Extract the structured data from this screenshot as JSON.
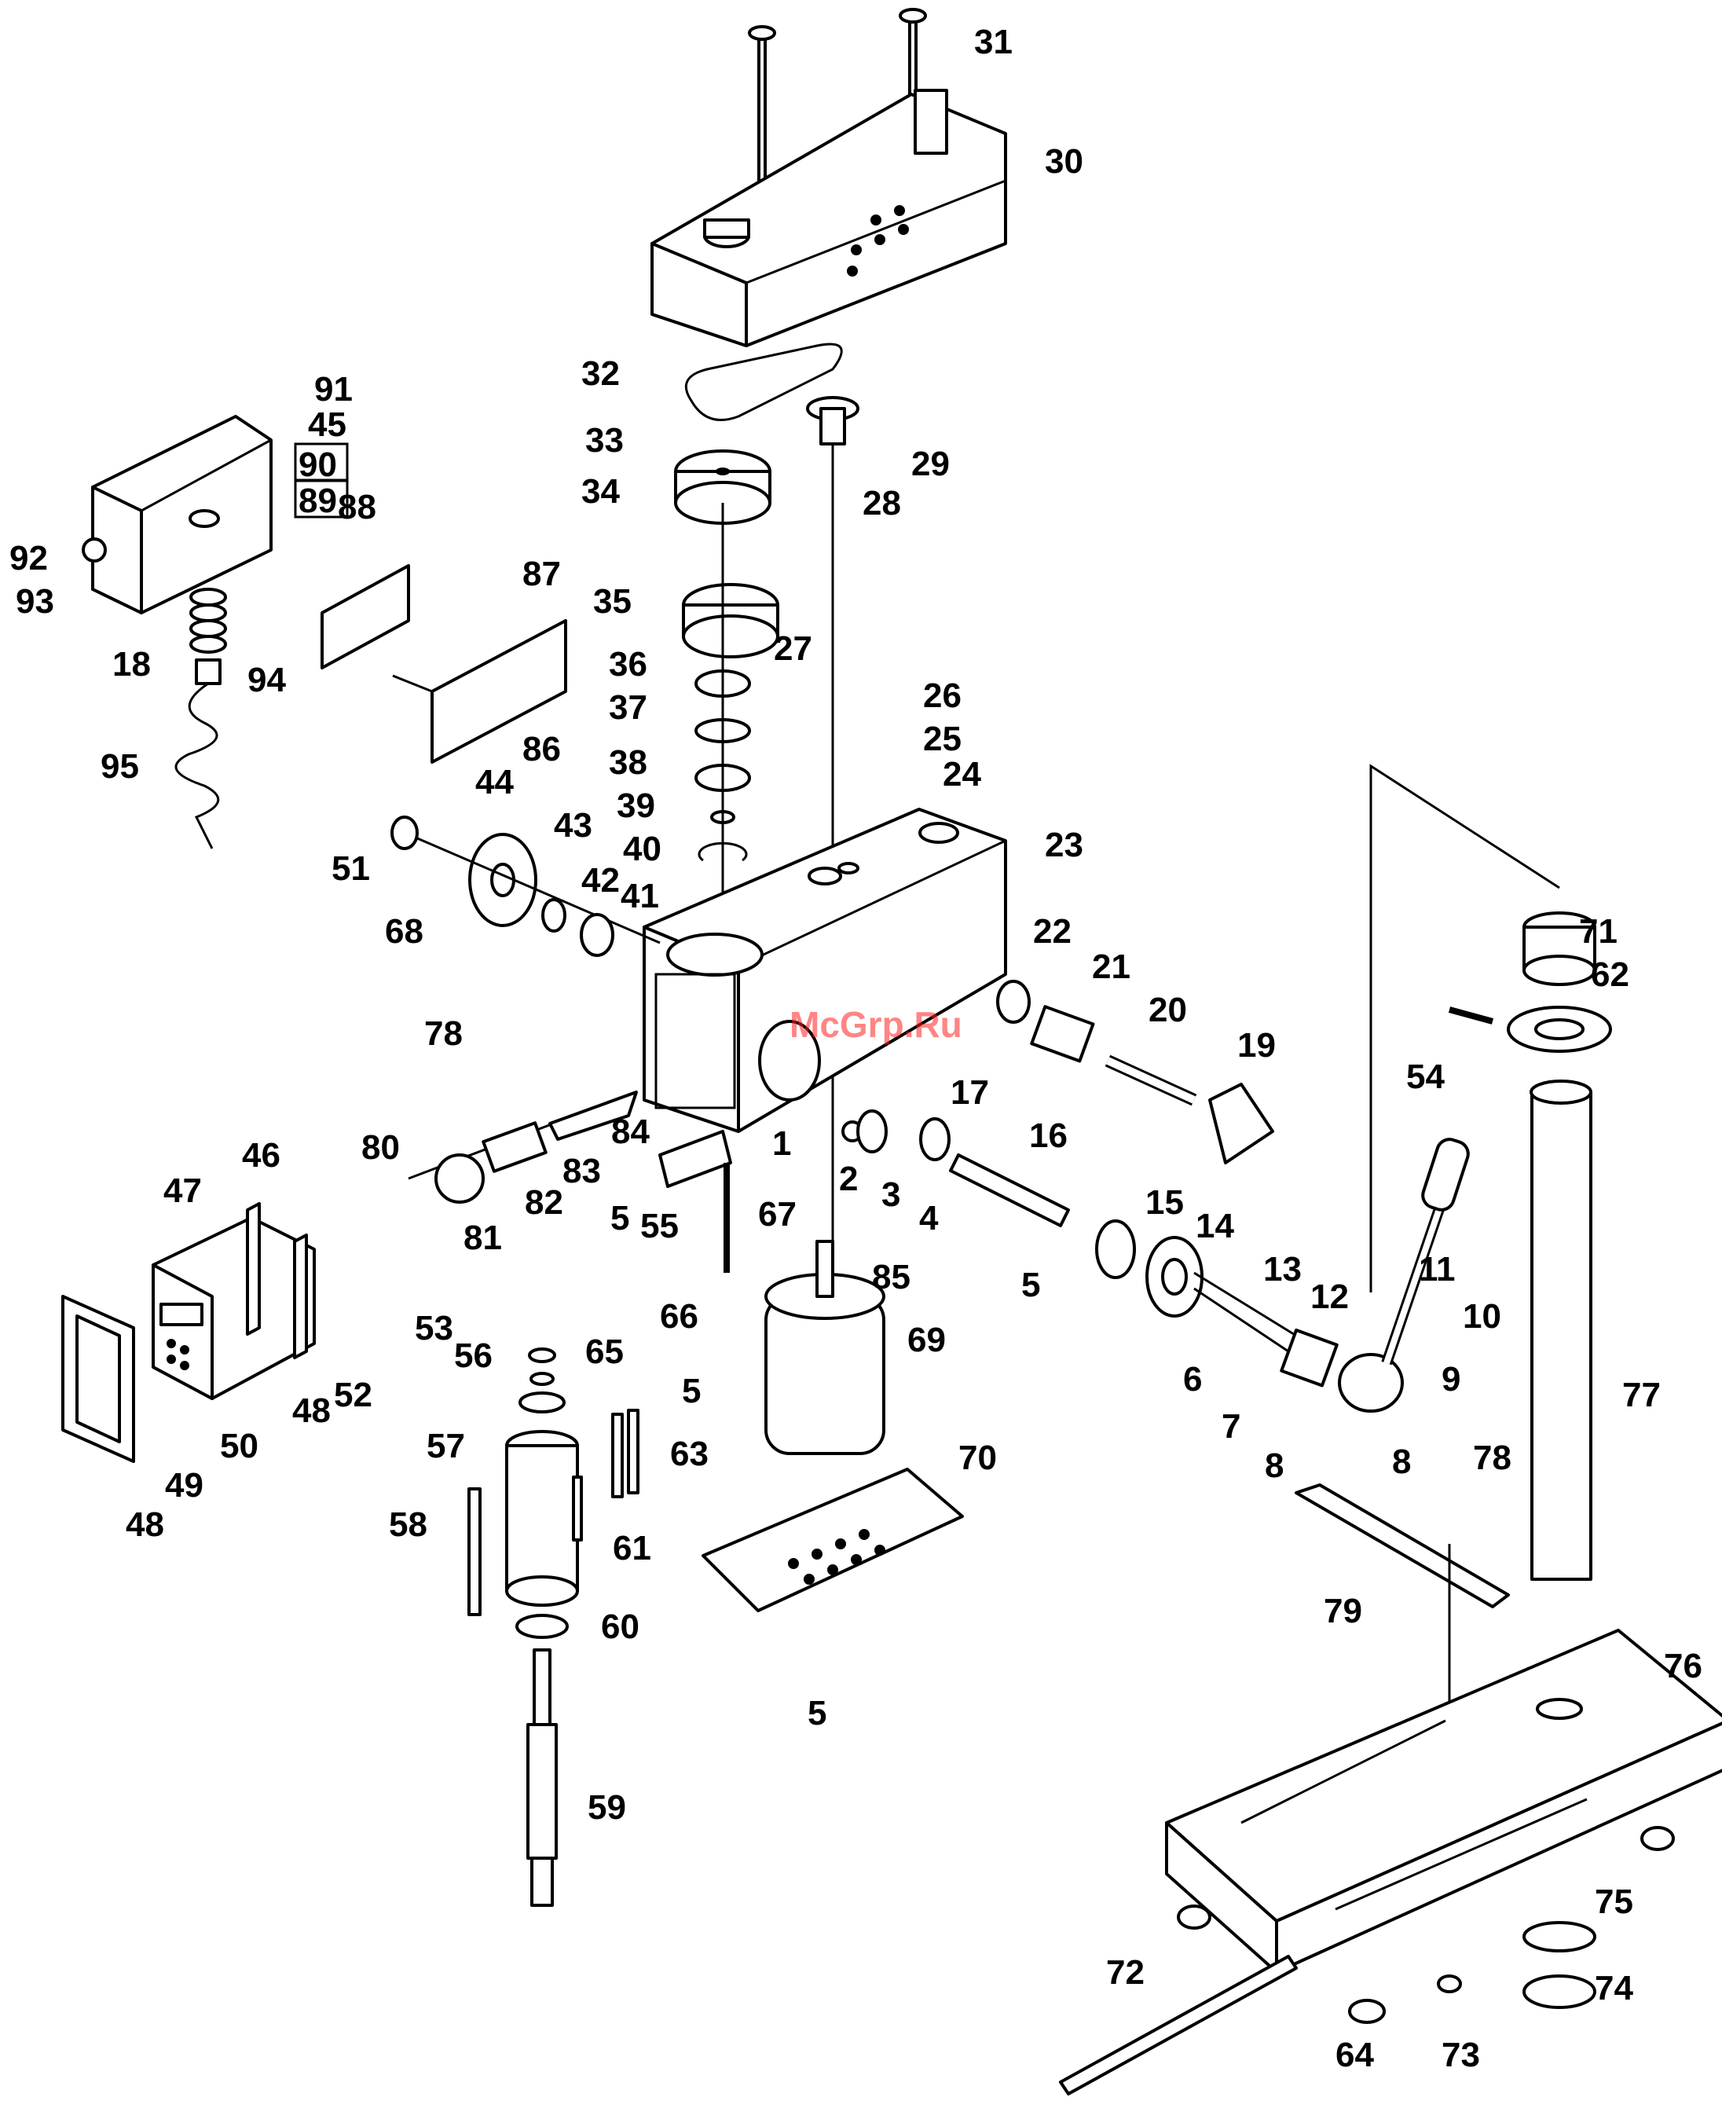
{
  "watermark": "McGrp.Ru",
  "callouts": [
    {
      "id": "31",
      "t": "31"
    },
    {
      "id": "30",
      "t": "30"
    },
    {
      "id": "32",
      "t": "32"
    },
    {
      "id": "29",
      "t": "29"
    },
    {
      "id": "33",
      "t": "33"
    },
    {
      "id": "28",
      "t": "28"
    },
    {
      "id": "34",
      "t": "34"
    },
    {
      "id": "35",
      "t": "35"
    },
    {
      "id": "27",
      "t": "27"
    },
    {
      "id": "36",
      "t": "36"
    },
    {
      "id": "37",
      "t": "37"
    },
    {
      "id": "38",
      "t": "38"
    },
    {
      "id": "39",
      "t": "39"
    },
    {
      "id": "40",
      "t": "40"
    },
    {
      "id": "26",
      "t": "26"
    },
    {
      "id": "25",
      "t": "25"
    },
    {
      "id": "24",
      "t": "24"
    },
    {
      "id": "23",
      "t": "23"
    },
    {
      "id": "91",
      "t": "91"
    },
    {
      "id": "45",
      "t": "45"
    },
    {
      "id": "90",
      "t": "90"
    },
    {
      "id": "89",
      "t": "89"
    },
    {
      "id": "88",
      "t": "88"
    },
    {
      "id": "92",
      "t": "92"
    },
    {
      "id": "93",
      "t": "93"
    },
    {
      "id": "87",
      "t": "87"
    },
    {
      "id": "18",
      "t": "18"
    },
    {
      "id": "94",
      "t": "94"
    },
    {
      "id": "86",
      "t": "86"
    },
    {
      "id": "95",
      "t": "95"
    },
    {
      "id": "44",
      "t": "44"
    },
    {
      "id": "43",
      "t": "43"
    },
    {
      "id": "51",
      "t": "51"
    },
    {
      "id": "42",
      "t": "42"
    },
    {
      "id": "41",
      "t": "41"
    },
    {
      "id": "68",
      "t": "68"
    },
    {
      "id": "78a",
      "t": "78"
    },
    {
      "id": "22",
      "t": "22"
    },
    {
      "id": "21",
      "t": "21"
    },
    {
      "id": "20",
      "t": "20"
    },
    {
      "id": "19",
      "t": "19"
    },
    {
      "id": "71",
      "t": "71"
    },
    {
      "id": "62",
      "t": "62"
    },
    {
      "id": "54",
      "t": "54"
    },
    {
      "id": "17",
      "t": "17"
    },
    {
      "id": "1",
      "t": "1"
    },
    {
      "id": "2",
      "t": "2"
    },
    {
      "id": "3",
      "t": "3"
    },
    {
      "id": "4",
      "t": "4"
    },
    {
      "id": "84",
      "t": "84"
    },
    {
      "id": "16",
      "t": "16"
    },
    {
      "id": "80",
      "t": "80"
    },
    {
      "id": "83",
      "t": "83"
    },
    {
      "id": "46",
      "t": "46"
    },
    {
      "id": "47",
      "t": "47"
    },
    {
      "id": "82",
      "t": "82"
    },
    {
      "id": "5a",
      "t": "5"
    },
    {
      "id": "55",
      "t": "55"
    },
    {
      "id": "67",
      "t": "67"
    },
    {
      "id": "81",
      "t": "81"
    },
    {
      "id": "15",
      "t": "15"
    },
    {
      "id": "14",
      "t": "14"
    },
    {
      "id": "11",
      "t": "11"
    },
    {
      "id": "85",
      "t": "85"
    },
    {
      "id": "5b",
      "t": "5"
    },
    {
      "id": "13",
      "t": "13"
    },
    {
      "id": "12",
      "t": "12"
    },
    {
      "id": "66",
      "t": "66"
    },
    {
      "id": "69",
      "t": "69"
    },
    {
      "id": "10",
      "t": "10"
    },
    {
      "id": "53",
      "t": "53"
    },
    {
      "id": "56",
      "t": "56"
    },
    {
      "id": "65",
      "t": "65"
    },
    {
      "id": "52",
      "t": "52"
    },
    {
      "id": "48a",
      "t": "48"
    },
    {
      "id": "5c",
      "t": "5"
    },
    {
      "id": "6",
      "t": "6"
    },
    {
      "id": "9",
      "t": "9"
    },
    {
      "id": "77",
      "t": "77"
    },
    {
      "id": "50",
      "t": "50"
    },
    {
      "id": "57",
      "t": "57"
    },
    {
      "id": "63",
      "t": "63"
    },
    {
      "id": "7",
      "t": "7"
    },
    {
      "id": "70",
      "t": "70"
    },
    {
      "id": "8a",
      "t": "8"
    },
    {
      "id": "8b",
      "t": "8"
    },
    {
      "id": "78b",
      "t": "78"
    },
    {
      "id": "49",
      "t": "49"
    },
    {
      "id": "48b",
      "t": "48"
    },
    {
      "id": "58",
      "t": "58"
    },
    {
      "id": "61",
      "t": "61"
    },
    {
      "id": "79",
      "t": "79"
    },
    {
      "id": "60",
      "t": "60"
    },
    {
      "id": "76",
      "t": "76"
    },
    {
      "id": "5d",
      "t": "5"
    },
    {
      "id": "59",
      "t": "59"
    },
    {
      "id": "72",
      "t": "72"
    },
    {
      "id": "75",
      "t": "75"
    },
    {
      "id": "74",
      "t": "74"
    },
    {
      "id": "64",
      "t": "64"
    },
    {
      "id": "73",
      "t": "73"
    }
  ]
}
